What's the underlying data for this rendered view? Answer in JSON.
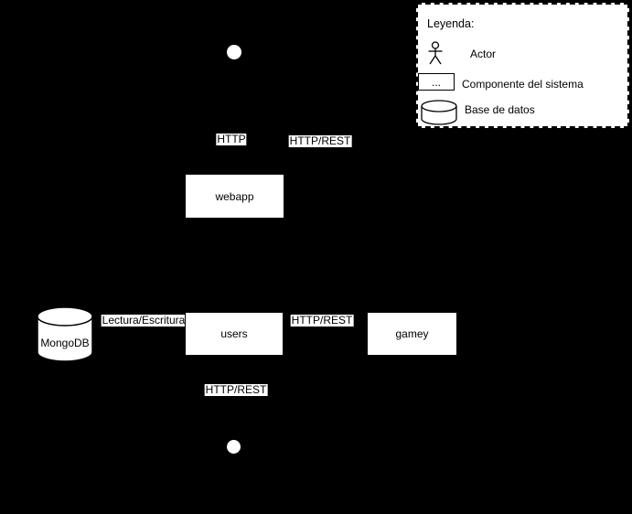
{
  "diagram": {
    "nodes": {
      "webapp": "webapp",
      "users": "users",
      "gamey": "gamey",
      "database": "MongoDB"
    },
    "edge_labels": {
      "http": "HTTP",
      "http_rest_top": "HTTP/REST",
      "lectura_escritura": "Lectura/Escritura",
      "http_rest_middle": "HTTP/REST",
      "http_rest_bottom": "HTTP/REST"
    },
    "legend": {
      "title": "Leyenda:",
      "items": [
        {
          "icon": "actor-icon",
          "label": "Actor"
        },
        {
          "icon": "component-icon",
          "icon_text": "...",
          "label": "Componente del sistema"
        },
        {
          "icon": "database-icon",
          "label": "Base de datos"
        }
      ]
    },
    "colors": {
      "background": "#000000",
      "shape_fill": "#ffffff",
      "stroke": "#000000",
      "text": "#000000"
    }
  }
}
